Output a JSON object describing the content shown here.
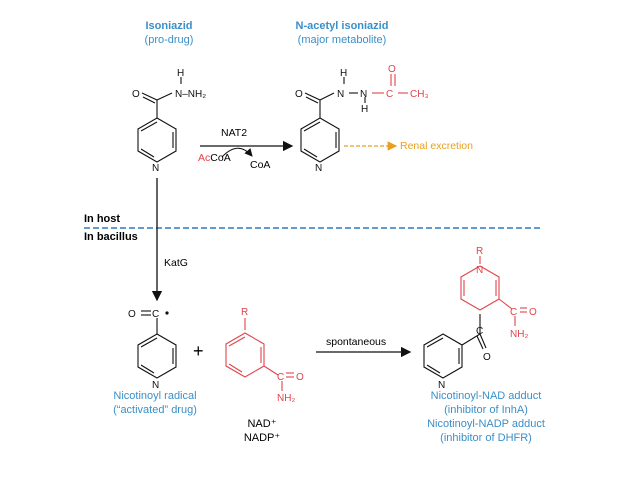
{
  "isoniazid": {
    "name": "Isoniazid",
    "note": "(pro-drug)"
  },
  "acetyl": {
    "name": "N-acetyl isoniazid",
    "note": "(major metabolite)"
  },
  "nat2": {
    "enzyme": "NAT2",
    "cofactor_ac": "Ac",
    "cofactor_coa": "CoA",
    "product": "CoA"
  },
  "renal": {
    "label": "Renal excretion"
  },
  "host": {
    "label": "In host"
  },
  "bacillus": {
    "label": "In bacillus"
  },
  "katg": {
    "label": "KatG"
  },
  "plus": {
    "label": "+"
  },
  "spontaneous": {
    "label": "spontaneous"
  },
  "radical": {
    "name": "Nicotinoyl radical",
    "note": "(“activated” drug)"
  },
  "nad": {
    "label1": "NAD⁺",
    "label2": "NADP⁺"
  },
  "adduct": {
    "line1": "Nicotinoyl-NAD adduct",
    "line2": "(inhibitor of InhA)",
    "line3": "Nicotinoyl-NADP adduct",
    "line4": "(inhibitor of DHFR)"
  },
  "atoms": {
    "N": "N",
    "O": "O",
    "C": "C",
    "H": "H",
    "R": "R",
    "NH2": "NH₂",
    "CH3": "CH₃",
    "NH2_hyd": "N–NH₂"
  },
  "colors": {
    "blue": "#3a8fc9",
    "red": "#e0444a",
    "orange": "#e8a020",
    "dash_blue": "#2b7bbf"
  }
}
